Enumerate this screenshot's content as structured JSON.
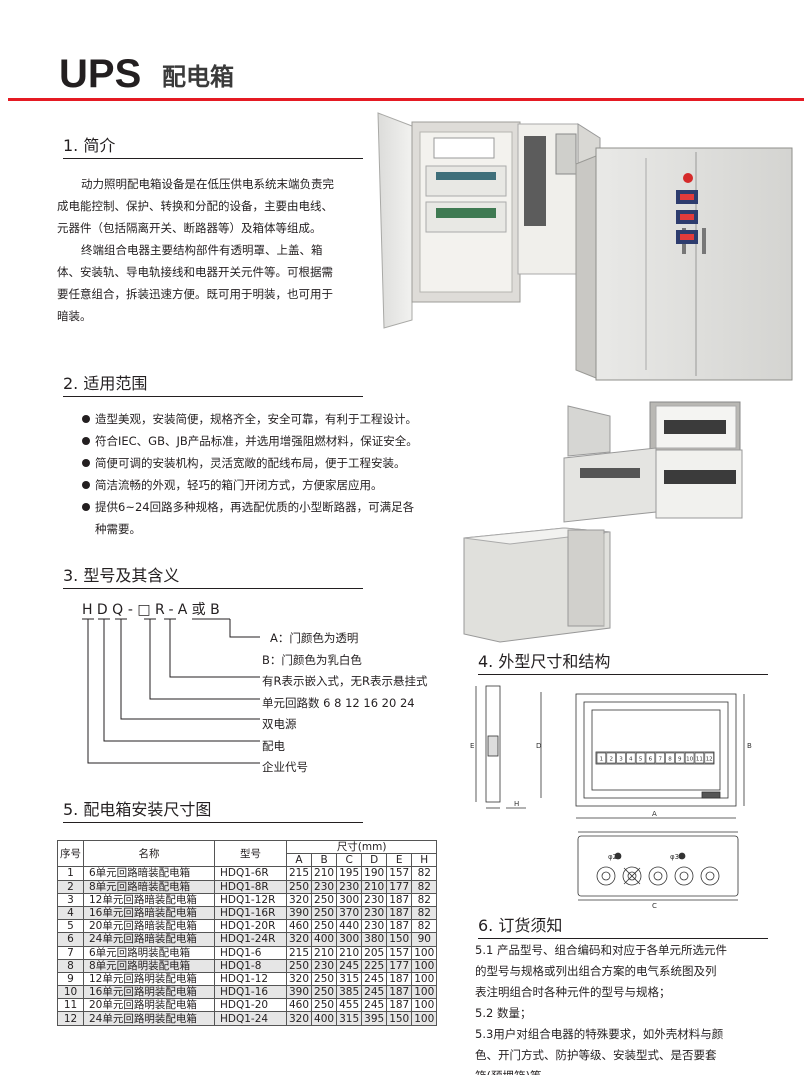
{
  "header": {
    "title_main": "UPS",
    "title_sub": "配电箱"
  },
  "sections": {
    "intro": {
      "title": "1. 简介",
      "paragraph1_lines": [
        "动力照明配电箱设备是在低压供电系统末端负责完",
        "成电能控制、保护、转换和分配的设备，主要由电线、",
        "元器件（包括隔离开关、断路器等）及箱体等组成。"
      ],
      "paragraph2_lines": [
        "终端组合电器主要结构部件有透明罩、上盖、箱",
        "体、安装轨、导电轨接线和电器开关元件等。可根据需",
        "要任意组合，拆装迅速方便。既可用于明装，也可用于",
        "暗装。"
      ]
    },
    "scope": {
      "title": "2. 适用范围",
      "bullets": [
        "造型美观，安装简便，规格齐全，安全可靠，有利于工程设计。",
        "符合IEC、GB、JB产品标准，并选用增强阻燃材料，保证安全。",
        "简便可调的安装机构，灵活宽敞的配线布局，便于工程安装。",
        "简洁流畅的外观，轻巧的箱门开闭方式，方便家居应用。",
        "提供6~24回路多种规格，再选配优质的小型断路器，可满足各"
      ],
      "bullet_continuation": "种需要。"
    },
    "model": {
      "title": "3. 型号及其含义",
      "code": "HDQ-□R-A或B",
      "legend": [
        "A：门颜色为透明",
        "B：门颜色为乳白色",
        "有R表示嵌入式，无R表示悬挂式",
        "单元回路数 6 8 12 16 20 24",
        "双电源",
        "配电",
        "企业代号"
      ]
    },
    "dimensions": {
      "title": "4. 外型尺寸和结构",
      "labels": [
        "E",
        "D",
        "B",
        "A",
        "H",
        "C",
        "φ25",
        "φ32"
      ],
      "breaker_numbers": [
        "1",
        "2",
        "3",
        "4",
        "5",
        "6",
        "7",
        "8",
        "9",
        "10",
        "11",
        "12"
      ]
    },
    "install": {
      "title": "5. 配电箱安装尺寸图",
      "table": {
        "col_seq": "序号",
        "col_name": "名称",
        "col_model": "型号",
        "col_size": "尺寸(mm)",
        "dims": [
          "A",
          "B",
          "C",
          "D",
          "E",
          "H"
        ],
        "rows": [
          {
            "seq": "1",
            "name": "6单元回路暗装配电箱",
            "model": "HDQ1-6R",
            "vals": [
              "215",
              "210",
              "195",
              "190",
              "157",
              "82"
            ]
          },
          {
            "seq": "2",
            "name": "8单元回路暗装配电箱",
            "model": "HDQ1-8R",
            "vals": [
              "250",
              "230",
              "230",
              "210",
              "177",
              "82"
            ]
          },
          {
            "seq": "3",
            "name": "12单元回路暗装配电箱",
            "model": "HDQ1-12R",
            "vals": [
              "320",
              "250",
              "300",
              "230",
              "187",
              "82"
            ]
          },
          {
            "seq": "4",
            "name": "16单元回路暗装配电箱",
            "model": "HDQ1-16R",
            "vals": [
              "390",
              "250",
              "370",
              "230",
              "187",
              "82"
            ]
          },
          {
            "seq": "5",
            "name": "20单元回路暗装配电箱",
            "model": "HDQ1-20R",
            "vals": [
              "460",
              "250",
              "440",
              "230",
              "187",
              "82"
            ]
          },
          {
            "seq": "6",
            "name": "24单元回路暗装配电箱",
            "model": "HDQ1-24R",
            "vals": [
              "320",
              "400",
              "300",
              "380",
              "150",
              "90"
            ]
          },
          {
            "seq": "7",
            "name": "6单元回路明装配电箱",
            "model": "HDQ1-6",
            "vals": [
              "215",
              "210",
              "210",
              "205",
              "157",
              "100"
            ]
          },
          {
            "seq": "8",
            "name": "8单元回路明装配电箱",
            "model": "HDQ1-8",
            "vals": [
              "250",
              "230",
              "245",
              "225",
              "177",
              "100"
            ]
          },
          {
            "seq": "9",
            "name": "12单元回路明装配电箱",
            "model": "HDQ1-12",
            "vals": [
              "320",
              "250",
              "315",
              "245",
              "187",
              "100"
            ]
          },
          {
            "seq": "10",
            "name": "16单元回路明装配电箱",
            "model": "HDQ1-16",
            "vals": [
              "390",
              "250",
              "385",
              "245",
              "187",
              "100"
            ]
          },
          {
            "seq": "11",
            "name": "20单元回路明装配电箱",
            "model": "HDQ1-20",
            "vals": [
              "460",
              "250",
              "455",
              "245",
              "187",
              "100"
            ]
          },
          {
            "seq": "12",
            "name": "24单元回路明装配电箱",
            "model": "HDQ1-24",
            "vals": [
              "320",
              "400",
              "315",
              "395",
              "150",
              "100"
            ]
          }
        ]
      }
    },
    "order": {
      "title": "6. 订货须知",
      "lines": [
        "5.1 产品型号、组合编码和对应于各单元所选元件",
        "的型号与规格或列出组合方案的电气系统图及列",
        "表注明组合时各种元件的型号与规格；",
        "5.2 数量；",
        "5.3用户对组合电器的特殊要求，如外壳材料与颜",
        "色、开门方式、防护等级、安装型式、是否要套",
        "箱(预埋箱)等"
      ]
    }
  },
  "colors": {
    "accent_red": "#e51a23",
    "text": "#231f20",
    "table_shade": "#e6e6e6"
  }
}
